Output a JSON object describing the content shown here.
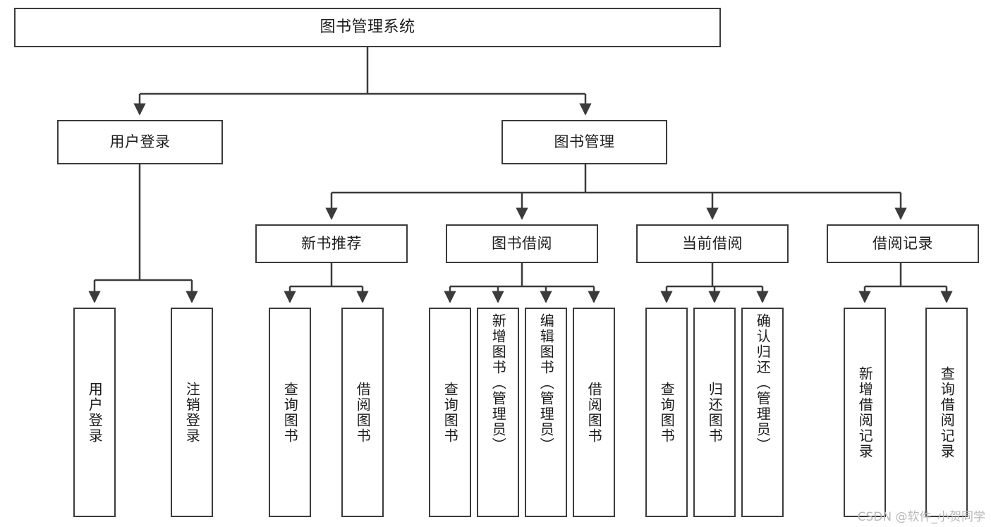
{
  "diagram": {
    "title": "图书管理系统",
    "watermark": "CSDN @软件_小贺同学",
    "colors": {
      "stroke": "#3b3b3b",
      "fill": "#ffffff",
      "text": "#1c1c1c",
      "watermark": "#b9b9b9"
    },
    "levels": {
      "root": {
        "label": "图书管理系统"
      },
      "level2": [
        {
          "label": "用户登录"
        },
        {
          "label": "图书管理"
        }
      ],
      "level3": [
        {
          "label": "新书推荐"
        },
        {
          "label": "图书借阅"
        },
        {
          "label": "当前借阅"
        },
        {
          "label": "借阅记录"
        }
      ],
      "leaves": {
        "user_login": [
          {
            "label": "用户登录"
          },
          {
            "label": "注销登录"
          }
        ],
        "new_book_recommend": [
          {
            "label": "查询图书"
          },
          {
            "label": "借阅图书"
          }
        ],
        "book_borrow": [
          {
            "label": "查询图书"
          },
          {
            "label": "新增图书（管理员）"
          },
          {
            "label": "编辑图书（管理员）"
          },
          {
            "label": "借阅图书"
          }
        ],
        "current_borrow": [
          {
            "label": "查询图书"
          },
          {
            "label": "归还图书"
          },
          {
            "label": "确认归还（管理员）"
          }
        ],
        "borrow_records": [
          {
            "label": "新增借阅记录"
          },
          {
            "label": "查询借阅记录"
          }
        ]
      }
    }
  }
}
